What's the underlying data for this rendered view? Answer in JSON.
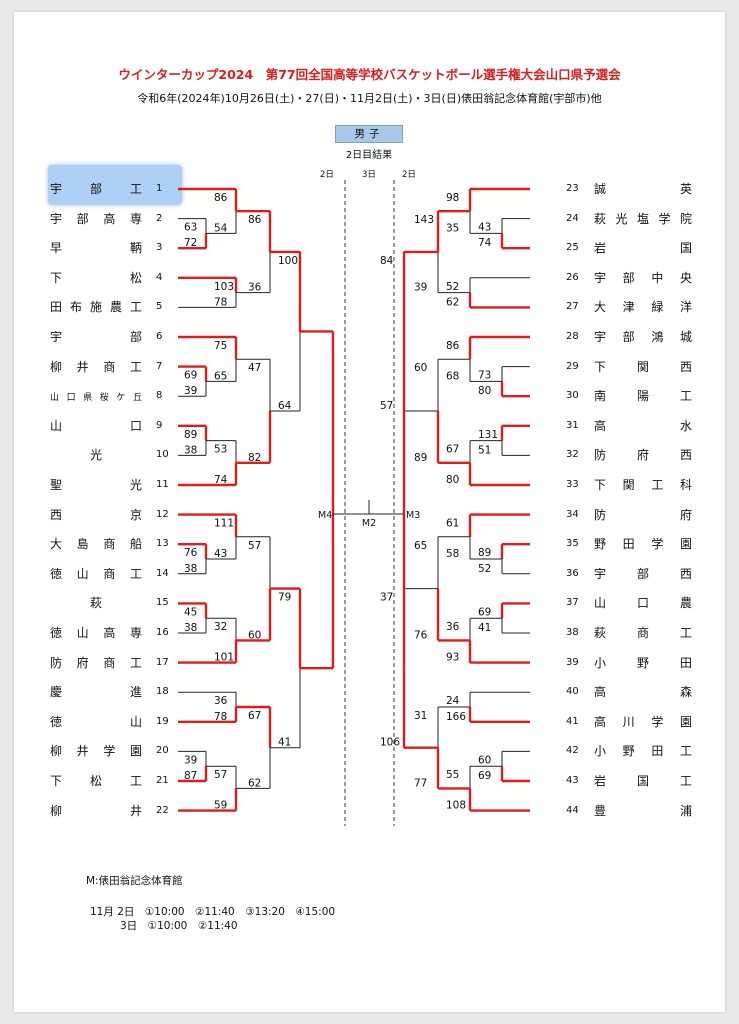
{
  "title": "ウインターカップ2024　第77回全国高等学校バスケットボール選手権大会山口県予選会",
  "subtitle": "令和6年(2024年)10月26日(土)・27(日)・11月2日(土)・3日(日)俵田翁記念体育館(宇部市)他",
  "division": "男子",
  "result_note": "2日目結果",
  "day_labels": {
    "left": "2日",
    "center": "3日",
    "right": "2日"
  },
  "teams": [
    {
      "name": "宇部工",
      "seed": "1"
    },
    {
      "name": "宇部高専",
      "seed": "2"
    },
    {
      "name": "早鞆",
      "seed": "3"
    },
    {
      "name": "下松",
      "seed": "4"
    },
    {
      "name": "田布施農工",
      "seed": "5"
    },
    {
      "name": "宇部",
      "seed": "6"
    },
    {
      "name": "柳井商工",
      "seed": "7"
    },
    {
      "name": "山口県桜ケ丘",
      "seed": "8"
    },
    {
      "name": "山口",
      "seed": "9"
    },
    {
      "name": "光",
      "seed": "10"
    },
    {
      "name": "聖光",
      "seed": "11"
    },
    {
      "name": "西京",
      "seed": "12"
    },
    {
      "name": "大島商船",
      "seed": "13"
    },
    {
      "name": "徳山商工",
      "seed": "14"
    },
    {
      "name": "萩",
      "seed": "15"
    },
    {
      "name": "徳山高専",
      "seed": "16"
    },
    {
      "name": "防府商工",
      "seed": "17"
    },
    {
      "name": "慶進",
      "seed": "18"
    },
    {
      "name": "徳山",
      "seed": "19"
    },
    {
      "name": "柳井学園",
      "seed": "20"
    },
    {
      "name": "下松工",
      "seed": "21"
    },
    {
      "name": "柳井",
      "seed": "22"
    },
    {
      "name": "誠英",
      "seed": "23"
    },
    {
      "name": "萩光塩学院",
      "seed": "24"
    },
    {
      "name": "岩国",
      "seed": "25"
    },
    {
      "name": "宇部中央",
      "seed": "26"
    },
    {
      "name": "大津緑洋",
      "seed": "27"
    },
    {
      "name": "宇部鴻城",
      "seed": "28"
    },
    {
      "name": "下関西",
      "seed": "29"
    },
    {
      "name": "南陽工",
      "seed": "30"
    },
    {
      "name": "高水",
      "seed": "31"
    },
    {
      "name": "防府西",
      "seed": "32"
    },
    {
      "name": "下関工科",
      "seed": "33"
    },
    {
      "name": "防府",
      "seed": "34"
    },
    {
      "name": "野田学園",
      "seed": "35"
    },
    {
      "name": "宇部西",
      "seed": "36"
    },
    {
      "name": "山口農",
      "seed": "37"
    },
    {
      "name": "萩商工",
      "seed": "38"
    },
    {
      "name": "小野田",
      "seed": "39"
    },
    {
      "name": "高森",
      "seed": "40"
    },
    {
      "name": "高川学園",
      "seed": "41"
    },
    {
      "name": "小野田工",
      "seed": "42"
    },
    {
      "name": "岩国工",
      "seed": "43"
    },
    {
      "name": "豊浦",
      "seed": "44"
    }
  ],
  "matches": [
    {
      "side": "L",
      "round": 1,
      "a": 1,
      "b": 2,
      "sa": "63",
      "sb": "72",
      "win": "b"
    },
    {
      "side": "L",
      "round": 1,
      "a": 6,
      "b": 7,
      "sa": "69",
      "sb": "39",
      "win": "a"
    },
    {
      "side": "L",
      "round": 1,
      "a": 8,
      "b": 9,
      "sa": "89",
      "sb": "38",
      "win": "a"
    },
    {
      "side": "L",
      "round": 1,
      "a": 12,
      "b": 13,
      "sa": "76",
      "sb": "38",
      "win": "a"
    },
    {
      "side": "L",
      "round": 1,
      "a": 14,
      "b": 15,
      "sa": "45",
      "sb": "38",
      "win": "a"
    },
    {
      "side": "L",
      "round": 1,
      "a": 19,
      "b": 20,
      "sa": "39",
      "sb": "87",
      "win": "b"
    },
    {
      "side": "L",
      "round": 2,
      "a": [
        0
      ],
      "b": [
        1,
        2
      ],
      "sa": "86",
      "sb": "54",
      "win": "a"
    },
    {
      "side": "L",
      "round": 2,
      "a": [
        3
      ],
      "b": [
        4
      ],
      "sa": "103",
      "sb": "78",
      "win": "a"
    },
    {
      "side": "L",
      "round": 2,
      "a": [
        5
      ],
      "b": [
        6,
        7
      ],
      "sa": "75",
      "sb": "65",
      "win": "a"
    },
    {
      "side": "L",
      "round": 2,
      "a": [
        8,
        9
      ],
      "b": [
        10
      ],
      "sa": "53",
      "sb": "74",
      "win": "b"
    },
    {
      "side": "L",
      "round": 2,
      "a": [
        11
      ],
      "b": [
        12,
        13
      ],
      "sa": "111",
      "sb": "43",
      "win": "a"
    },
    {
      "side": "L",
      "round": 2,
      "a": [
        14,
        15
      ],
      "b": [
        16
      ],
      "sa": "32",
      "sb": "101",
      "win": "b"
    },
    {
      "side": "L",
      "round": 2,
      "a": [
        17
      ],
      "b": [
        18
      ],
      "sa": "36",
      "sb": "78",
      "win": "b"
    },
    {
      "side": "L",
      "round": 2,
      "a": [
        19,
        20
      ],
      "b": [
        21
      ],
      "sa": "57",
      "sb": "59",
      "win": "b"
    },
    {
      "side": "L",
      "round": 3,
      "a": [
        0,
        1,
        2
      ],
      "b": [
        3,
        4
      ],
      "sa": "86",
      "sb": "36",
      "win": "a"
    },
    {
      "side": "L",
      "round": 3,
      "a": [
        5,
        6,
        7
      ],
      "b": [
        8,
        9,
        10
      ],
      "sa": "47",
      "sb": "82",
      "win": "b"
    },
    {
      "side": "L",
      "round": 3,
      "a": [
        11,
        12,
        13
      ],
      "b": [
        14,
        15,
        16
      ],
      "sa": "57",
      "sb": "60",
      "win": "b"
    },
    {
      "side": "L",
      "round": 3,
      "a": [
        17,
        18
      ],
      "b": [
        19,
        20,
        21
      ],
      "sa": "67",
      "sb": "62",
      "win": "a"
    },
    {
      "side": "L",
      "round": 4,
      "a": [
        0,
        1,
        2,
        3,
        4
      ],
      "b": [
        5,
        6,
        7,
        8,
        9,
        10
      ],
      "sa": "100",
      "sb": "64",
      "win": "a"
    },
    {
      "side": "L",
      "round": 4,
      "a": [
        11,
        12,
        13,
        14,
        15,
        16
      ],
      "b": [
        17,
        18,
        19,
        20,
        21
      ],
      "sa": "79",
      "sb": "41",
      "win": "a"
    },
    {
      "side": "R",
      "round": 1,
      "a": 23,
      "b": 24,
      "sa": "43",
      "sb": "74",
      "win": "b"
    },
    {
      "side": "R",
      "round": 1,
      "a": 28,
      "b": 29,
      "sa": "73",
      "sb": "80",
      "win": "b"
    },
    {
      "side": "R",
      "round": 1,
      "a": 30,
      "b": 31,
      "sa": "131",
      "sb": "51",
      "win": "a"
    },
    {
      "side": "R",
      "round": 1,
      "a": 34,
      "b": 35,
      "sa": "89",
      "sb": "52",
      "win": "a"
    },
    {
      "side": "R",
      "round": 1,
      "a": 36,
      "b": 37,
      "sa": "69",
      "sb": "41",
      "win": "a"
    },
    {
      "side": "R",
      "round": 1,
      "a": 41,
      "b": 42,
      "sa": "60",
      "sb": "69",
      "win": "b"
    },
    {
      "side": "R",
      "round": 2,
      "a": [
        22
      ],
      "b": [
        23,
        24
      ],
      "sa": "98",
      "sb": "35",
      "win": "a"
    },
    {
      "side": "R",
      "round": 2,
      "a": [
        25
      ],
      "b": [
        26
      ],
      "sa": "52",
      "sb": "62",
      "win": "b"
    },
    {
      "side": "R",
      "round": 2,
      "a": [
        27
      ],
      "b": [
        28,
        29
      ],
      "sa": "86",
      "sb": "68",
      "win": "a"
    },
    {
      "side": "R",
      "round": 2,
      "a": [
        30,
        31
      ],
      "b": [
        32
      ],
      "sa": "67",
      "sb": "80",
      "win": "b"
    },
    {
      "side": "R",
      "round": 2,
      "a": [
        33
      ],
      "b": [
        34,
        35
      ],
      "sa": "61",
      "sb": "58",
      "win": "a"
    },
    {
      "side": "R",
      "round": 2,
      "a": [
        36,
        37
      ],
      "b": [
        38
      ],
      "sa": "36",
      "sb": "93",
      "win": "b"
    },
    {
      "side": "R",
      "round": 2,
      "a": [
        39
      ],
      "b": [
        40
      ],
      "sa": "24",
      "sb": "166",
      "win": "b"
    },
    {
      "side": "R",
      "round": 2,
      "a": [
        41,
        42
      ],
      "b": [
        43
      ],
      "sa": "55",
      "sb": "108",
      "win": "b"
    },
    {
      "side": "R",
      "round": 3,
      "a": [
        22,
        23,
        24
      ],
      "b": [
        25,
        26
      ],
      "sa": "143",
      "sb": "39",
      "win": "a"
    },
    {
      "side": "R",
      "round": 3,
      "a": [
        27,
        28,
        29
      ],
      "b": [
        30,
        31,
        32
      ],
      "sa": "60",
      "sb": "89",
      "win": "b"
    },
    {
      "side": "R",
      "round": 3,
      "a": [
        33,
        34,
        35
      ],
      "b": [
        36,
        37,
        38
      ],
      "sa": "65",
      "sb": "76",
      "win": "b"
    },
    {
      "side": "R",
      "round": 3,
      "a": [
        39,
        40
      ],
      "b": [
        41,
        42,
        43
      ],
      "sa": "31",
      "sb": "77",
      "win": "b"
    },
    {
      "side": "R",
      "round": 4,
      "a": [
        22,
        23,
        24,
        25,
        26
      ],
      "b": [
        27,
        28,
        29,
        30,
        31,
        32
      ],
      "sa": "84",
      "sb": "57",
      "win": "a"
    },
    {
      "side": "R",
      "round": 4,
      "a": [
        33,
        34,
        35,
        36,
        37,
        38
      ],
      "b": [
        39,
        40,
        41,
        42,
        43
      ],
      "sa": "37",
      "sb": "106",
      "win": "b"
    }
  ],
  "finals": {
    "left_label": "M4",
    "right_label": "M3",
    "center_label": "M2"
  },
  "venue_note": "M:俵田翁記念体育館",
  "schedule": [
    "11月 2日　①10:00　②11:40　③13:20　④15:00",
    "3日　①10:00　②11:40"
  ]
}
